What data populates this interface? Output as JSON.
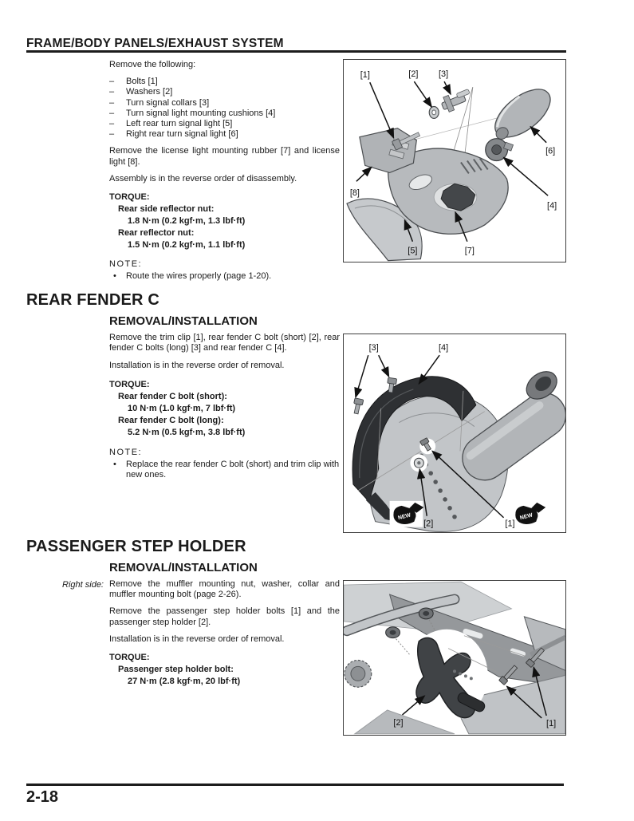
{
  "page": {
    "header_title": "FRAME/BODY PANELS/EXHAUST SYSTEM",
    "page_number": "2-18"
  },
  "glyphs": {
    "dash": "–",
    "bullet": "•"
  },
  "turn_signal_section": {
    "intro": "Remove the following:",
    "items": [
      "Bolts [1]",
      "Washers [2]",
      "Turn signal collars [3]",
      "Turn signal light mounting cushions [4]",
      "Left rear turn signal light [5]",
      "Right rear turn signal light [6]"
    ],
    "remove_para": "Remove the license light mounting rubber [7] and license light [8].",
    "assembly_para": "Assembly is in the reverse order of disassembly.",
    "torque_label": "TORQUE:",
    "torques": [
      {
        "name": "Rear side reflector nut:",
        "value": "1.8 N·m (0.2 kgf·m, 1.3 lbf·ft)"
      },
      {
        "name": "Rear reflector nut:",
        "value": "1.5 N·m (0.2 kgf·m, 1.1 lbf·ft)"
      }
    ],
    "note_label": "NOTE:",
    "notes": [
      "Route the wires properly (page 1-20)."
    ]
  },
  "rear_fender_section": {
    "title": "REAR FENDER C",
    "subtitle": "REMOVAL/INSTALLATION",
    "remove_para": "Remove the trim clip [1], rear fender C bolt (short) [2], rear fender C bolts (long) [3] and rear fender C [4].",
    "install_para": "Installation is in the reverse order of removal.",
    "torque_label": "TORQUE:",
    "torques": [
      {
        "name": "Rear fender C bolt (short):",
        "value": "10 N·m (1.0 kgf·m, 7 lbf·ft)"
      },
      {
        "name": "Rear fender C bolt (long):",
        "value": "5.2 N·m (0.5 kgf·m, 3.8 lbf·ft)"
      }
    ],
    "note_label": "NOTE:",
    "notes": [
      "Replace the rear fender C bolt (short) and trim clip with new ones."
    ]
  },
  "passenger_step_section": {
    "title": "PASSENGER STEP HOLDER",
    "subtitle": "REMOVAL/INSTALLATION",
    "side_label": "Right side:",
    "para1": "Remove the muffler mounting nut, washer, collar and muffler mounting bolt (page 2-26).",
    "para2": "Remove the passenger step holder bolts [1] and the passenger step holder [2].",
    "install_para": "Installation is in the reverse order of removal.",
    "torque_label": "TORQUE:",
    "torques": [
      {
        "name": "Passenger step holder bolt:",
        "value": "27 N·m (2.8 kgf·m, 20 lbf·ft)"
      }
    ]
  },
  "figures": {
    "fig1": {
      "labels": [
        "[1]",
        "[2]",
        "[3]",
        "[4]",
        "[5]",
        "[6]",
        "[7]",
        "[8]"
      ]
    },
    "fig2": {
      "labels": [
        "[1]",
        "[2]",
        "[3]",
        "[4]"
      ],
      "new_label": "NEW"
    },
    "fig3": {
      "labels": [
        "[1]",
        "[2]"
      ]
    }
  }
}
